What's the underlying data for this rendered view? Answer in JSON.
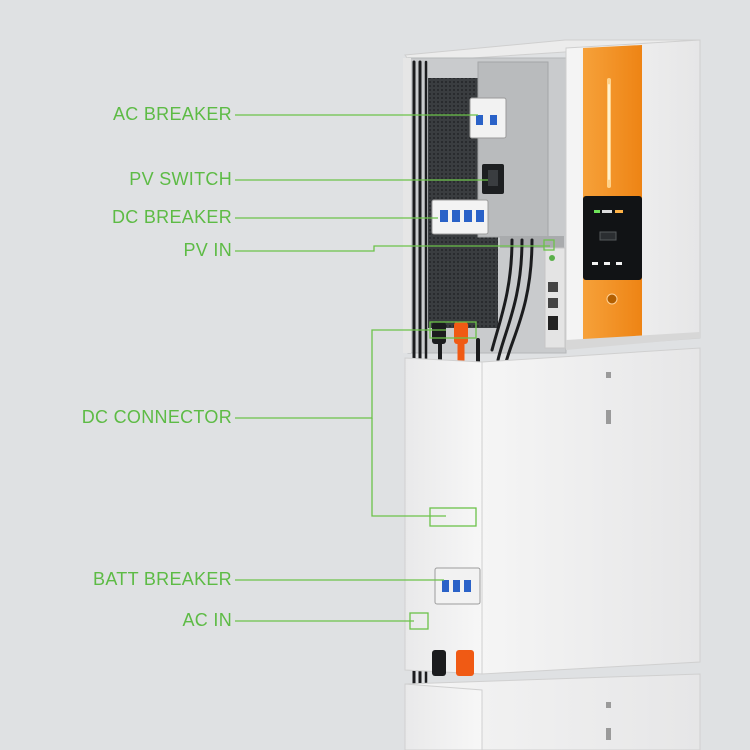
{
  "colors": {
    "label_green": "#5dbb45",
    "leader_line": "#6cc24a",
    "accent_orange": "#f28c1c",
    "cabinet_white": "#f4f4f4",
    "background": "#dfe1e3"
  },
  "callouts": [
    {
      "id": "ac-breaker",
      "label": "AC BREAKER"
    },
    {
      "id": "pv-switch",
      "label": "PV SWITCH"
    },
    {
      "id": "dc-breaker",
      "label": "DC BREAKER"
    },
    {
      "id": "pv-in",
      "label": "PV IN"
    },
    {
      "id": "dc-connector",
      "label": "DC CONNECTOR"
    },
    {
      "id": "batt-breaker",
      "label": "BATT BREAKER"
    },
    {
      "id": "ac-in",
      "label": "AC IN"
    }
  ]
}
